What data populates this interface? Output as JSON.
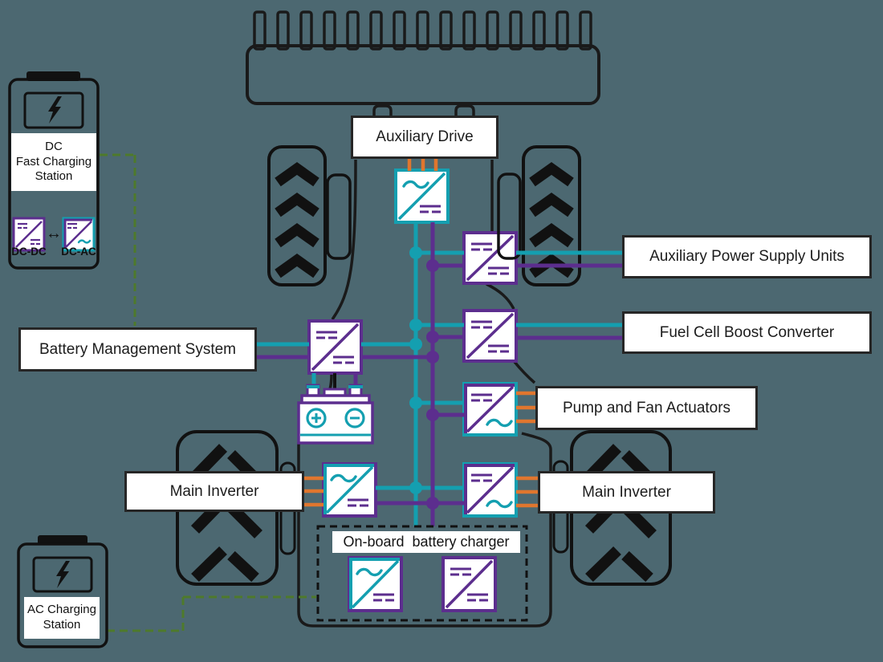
{
  "labels": {
    "auxiliary_drive": "Auxiliary Drive",
    "auxiliary_power_supply_units": "Auxiliary Power Supply Units",
    "fuel_cell_boost_converter": "Fuel Cell Boost Converter",
    "pump_and_fan_actuators": "Pump and Fan Actuators",
    "main_inverter_left": "Main Inverter",
    "main_inverter_right": "Main Inverter",
    "battery_management_system": "Battery Management System",
    "on_board_battery_charger": "On-board  battery charger"
  },
  "dc_station": {
    "line1": "DC",
    "line2": "Fast Charging",
    "line3": "Station",
    "converter_left_label": "DC-DC",
    "converter_right_label": "DC-AC",
    "arrow_icon": "↔"
  },
  "ac_station": {
    "line1": "AC Charging",
    "line2": "Station"
  },
  "colors": {
    "background": "#4c6871",
    "ac_teal": "#149fb0",
    "dc_purple": "#5c2e8e",
    "phase_orange": "#e0762e",
    "charging_green": "#4e7a2b",
    "outline_black": "#1a1a1a"
  }
}
